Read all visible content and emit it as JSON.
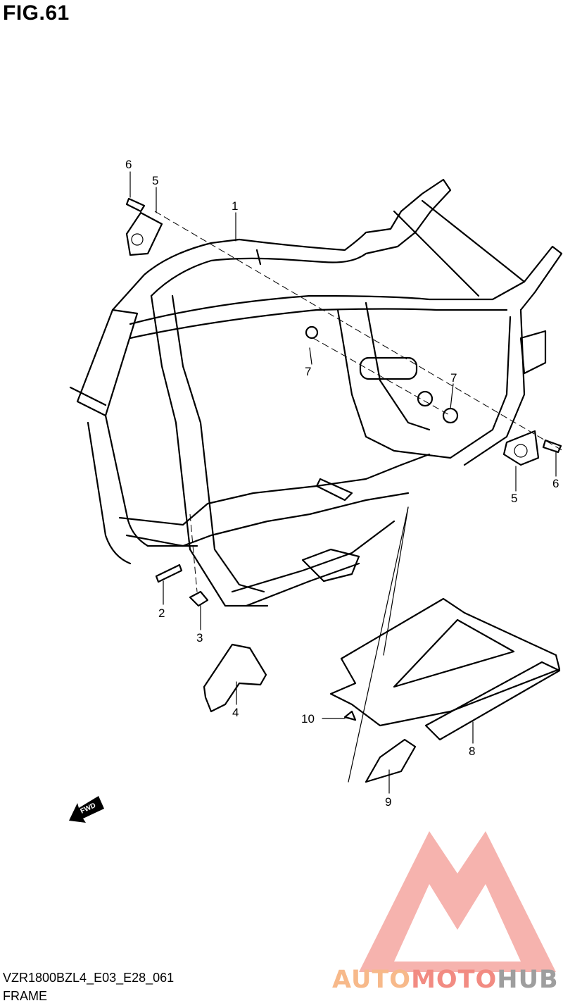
{
  "figure": {
    "title": "FIG.61"
  },
  "footer": {
    "model_code": "VZR1800BZL4_E03_E28_061",
    "caption": "FRAME"
  },
  "fwd_label": "FWD",
  "callouts": [
    {
      "id": "6a",
      "text": "6"
    },
    {
      "id": "5a",
      "text": "5"
    },
    {
      "id": "1",
      "text": "1"
    },
    {
      "id": "7a",
      "text": "7"
    },
    {
      "id": "7b",
      "text": "7"
    },
    {
      "id": "5b",
      "text": "5"
    },
    {
      "id": "6b",
      "text": "6"
    },
    {
      "id": "2",
      "text": "2"
    },
    {
      "id": "3",
      "text": "3"
    },
    {
      "id": "4",
      "text": "4"
    },
    {
      "id": "10",
      "text": "10"
    },
    {
      "id": "8",
      "text": "8"
    },
    {
      "id": "9",
      "text": "9"
    }
  ],
  "watermark": {
    "parts": [
      "AUTO",
      "MOTO",
      "HUB"
    ],
    "colors": {
      "auto": "#f7b98a",
      "moto": "#f28b82",
      "hub": "#9e9e9e",
      "logo": "#f4a6a0"
    }
  }
}
